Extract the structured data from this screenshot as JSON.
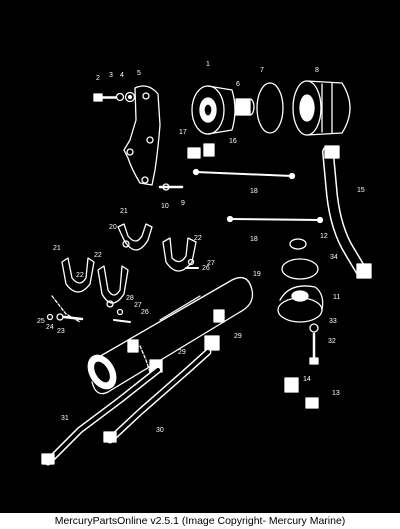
{
  "diagram": {
    "background": "#000000",
    "line_color": "#ffffff",
    "callouts": [
      "1",
      "2",
      "3",
      "4",
      "5",
      "6",
      "7",
      "8",
      "9",
      "10",
      "11",
      "12",
      "13",
      "14",
      "15",
      "16",
      "17",
      "18",
      "18",
      "19",
      "20",
      "21",
      "21",
      "22",
      "22",
      "22",
      "23",
      "24",
      "25",
      "26",
      "26",
      "27",
      "27",
      "28",
      "29",
      "29",
      "30",
      "31",
      "32",
      "33",
      "34"
    ]
  },
  "footer": {
    "text": "MercuryPartsOnline v2.5.1 (Image Copyright- Mercury Marine)"
  }
}
